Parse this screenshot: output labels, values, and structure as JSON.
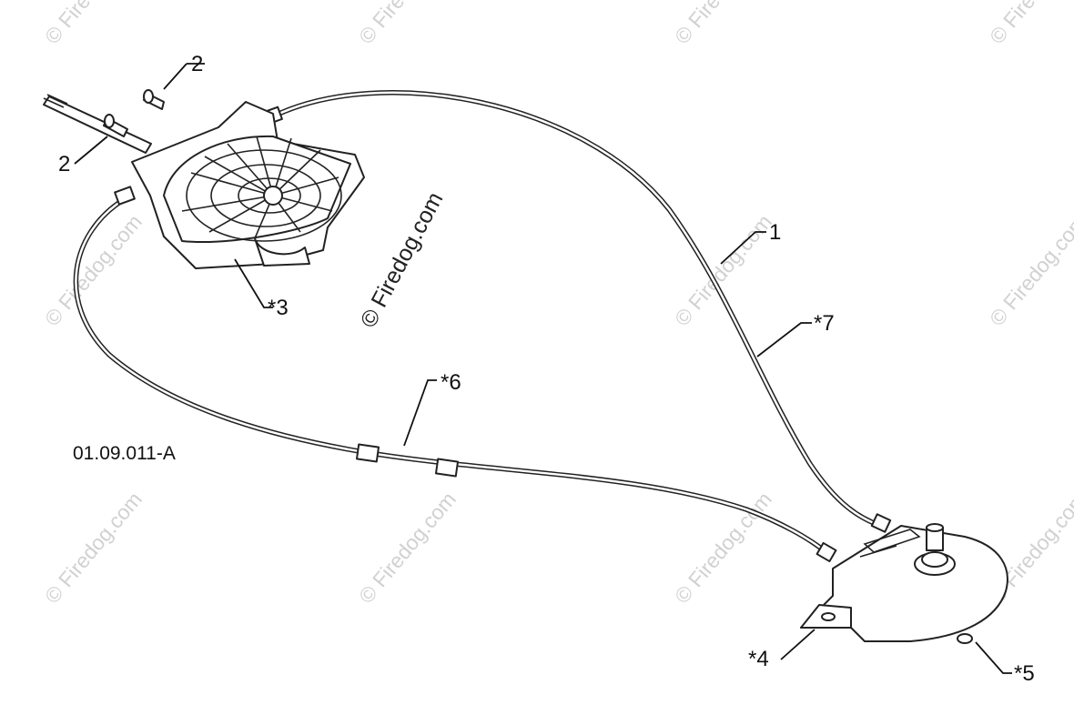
{
  "callouts": {
    "c1": "1",
    "c2a": "2",
    "c2b": "2",
    "c3": "*3",
    "c4": "*4",
    "c5": "*5",
    "c6": "*6",
    "c7": "*7"
  },
  "reference_code": "01.09.011-A",
  "watermark": {
    "main": "© Firedog.com",
    "tile": "© Firedog.com"
  }
}
